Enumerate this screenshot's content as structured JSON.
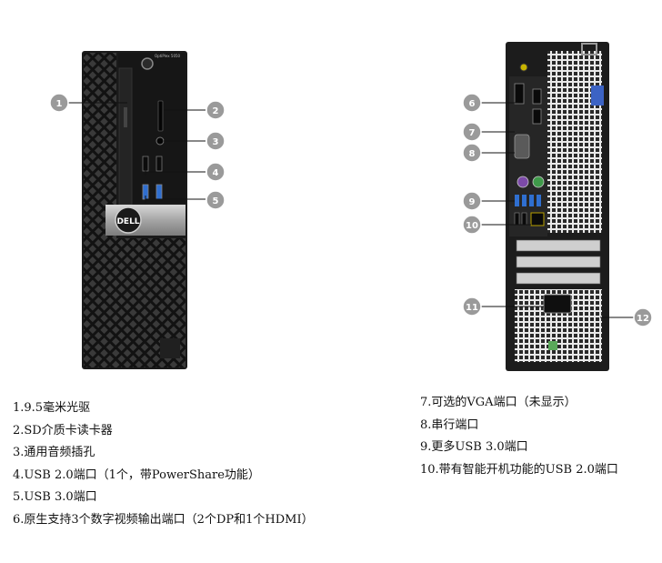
{
  "front_panel": {
    "brand_label": "DELL",
    "model_label": "OptiPlex 5050",
    "callouts": [
      "1",
      "2",
      "3",
      "4",
      "5"
    ]
  },
  "rear_panel": {
    "callouts": [
      "6",
      "7",
      "8",
      "9",
      "10",
      "11",
      "12"
    ]
  },
  "legend_left": [
    "1.9.5毫米光驱",
    "2.SD介质卡读卡器",
    "3.通用音频插孔",
    "4.USB 2.0端口（1个，带PowerShare功能）",
    "5.USB 3.0端口",
    "6.原生支持3个数字视频输出端口（2个DP和1个HDMI）"
  ],
  "legend_right": [
    "7.可选的VGA端口（未显示）",
    "8.串行端口",
    "9.更多USB 3.0端口",
    "10.带有智能开机功能的USB 2.0端口"
  ],
  "colors": {
    "callout_fill": "#9a9a9a",
    "chassis": "#1c1c1c",
    "usb3_port": "#2f6fd0",
    "ps2_keyboard": "#7c4aa8",
    "ps2_mouse": "#3f9a4a"
  }
}
